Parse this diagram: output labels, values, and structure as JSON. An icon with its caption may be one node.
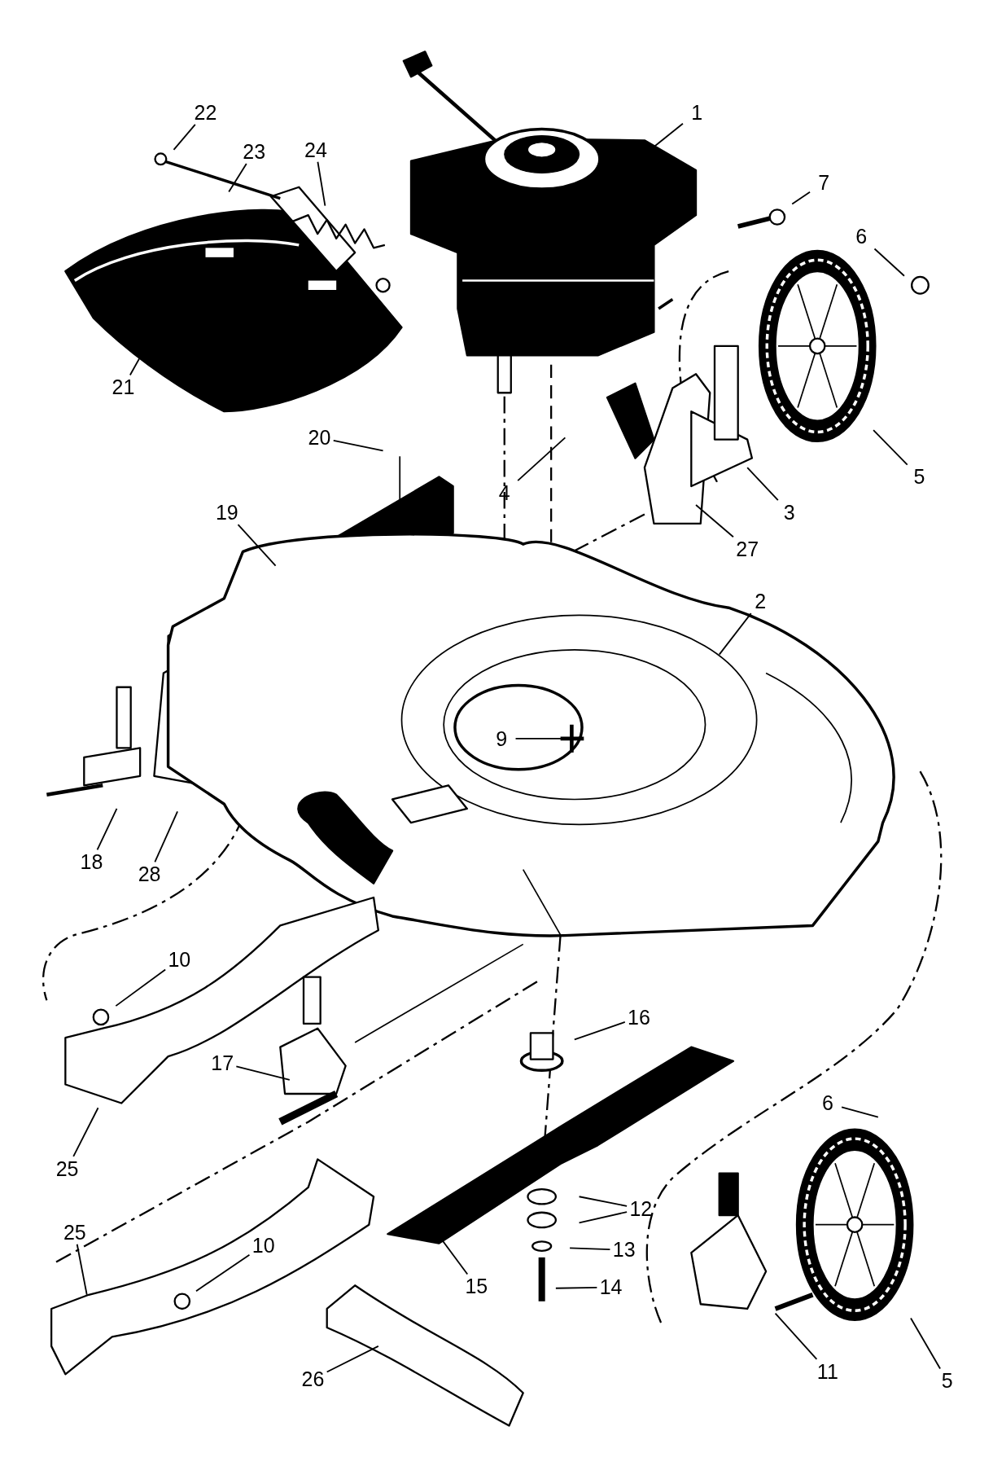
{
  "diagram": {
    "nodes": [
      {
        "text": [
          "1"
        ]
      },
      {
        "text": [
          "7"
        ]
      },
      {
        "text": [
          "22"
        ]
      },
      {
        "text": [
          "23"
        ]
      },
      {
        "text": [
          "24"
        ]
      },
      {
        "text": [
          "6"
        ]
      },
      {
        "text": [
          "21"
        ]
      },
      {
        "text": [
          "20"
        ]
      },
      {
        "text": [
          "4"
        ]
      },
      {
        "text": [
          "5"
        ]
      },
      {
        "text": [
          "3"
        ]
      },
      {
        "text": [
          "27"
        ]
      },
      {
        "text": [
          "19"
        ]
      },
      {
        "text": [
          "2"
        ]
      },
      {
        "text": [
          "9"
        ]
      },
      {
        "text": [
          "18"
        ]
      },
      {
        "text": [
          "28"
        ]
      },
      {
        "text": [
          "10"
        ]
      },
      {
        "text": [
          "16"
        ]
      },
      {
        "text": [
          "17"
        ]
      },
      {
        "text": [
          "25"
        ]
      },
      {
        "text": [
          "6"
        ]
      },
      {
        "text": [
          "12"
        ]
      },
      {
        "text": [
          "13"
        ]
      },
      {
        "text": [
          "15"
        ]
      },
      {
        "text": [
          "14"
        ]
      },
      {
        "text": [
          "25"
        ]
      },
      {
        "text": [
          "10"
        ]
      },
      {
        "text": [
          "26"
        ]
      },
      {
        "text": [
          "11"
        ]
      },
      {
        "text": [
          "5"
        ]
      }
    ],
    "edges": [
      {
        "from": 0,
        "to": null,
        "arrow": "none"
      },
      {
        "from": 1,
        "to": null,
        "arrow": "none"
      },
      {
        "from": 2,
        "to": null,
        "arrow": "none"
      },
      {
        "from": 3,
        "to": null,
        "arrow": "none"
      },
      {
        "from": 4,
        "to": null,
        "arrow": "none"
      },
      {
        "from": 5,
        "to": null,
        "arrow": "none"
      },
      {
        "from": 6,
        "to": null,
        "arrow": "none"
      },
      {
        "from": 7,
        "to": null,
        "arrow": "none"
      },
      {
        "from": 8,
        "to": null,
        "arrow": "none"
      },
      {
        "from": 9,
        "to": null,
        "arrow": "none"
      },
      {
        "from": 10,
        "to": null,
        "arrow": "none"
      },
      {
        "from": 11,
        "to": null,
        "arrow": "none"
      },
      {
        "from": 12,
        "to": null,
        "arrow": "none"
      },
      {
        "from": 13,
        "to": null,
        "arrow": "none"
      },
      {
        "from": 14,
        "to": null,
        "arrow": "none"
      },
      {
        "from": 15,
        "to": null,
        "arrow": "none"
      },
      {
        "from": 16,
        "to": null,
        "arrow": "none"
      },
      {
        "from": 17,
        "to": null,
        "arrow": "none"
      },
      {
        "from": 18,
        "to": null,
        "arrow": "none"
      },
      {
        "from": 19,
        "to": null,
        "arrow": "none"
      },
      {
        "from": 20,
        "to": null,
        "arrow": "none"
      },
      {
        "from": 21,
        "to": null,
        "arrow": "none"
      },
      {
        "from": 22,
        "to": null,
        "arrow": "none"
      },
      {
        "from": 22,
        "to": null,
        "arrow": "none"
      },
      {
        "from": 23,
        "to": null,
        "arrow": "none"
      },
      {
        "from": 24,
        "to": null,
        "arrow": "none"
      },
      {
        "from": 25,
        "to": null,
        "arrow": "none"
      },
      {
        "from": 26,
        "to": null,
        "arrow": "none"
      },
      {
        "from": 27,
        "to": null,
        "arrow": "none"
      },
      {
        "from": 28,
        "to": null,
        "arrow": "none"
      },
      {
        "from": 29,
        "to": null,
        "arrow": "none"
      },
      {
        "from": 30,
        "to": null,
        "arrow": "none"
      }
    ]
  }
}
